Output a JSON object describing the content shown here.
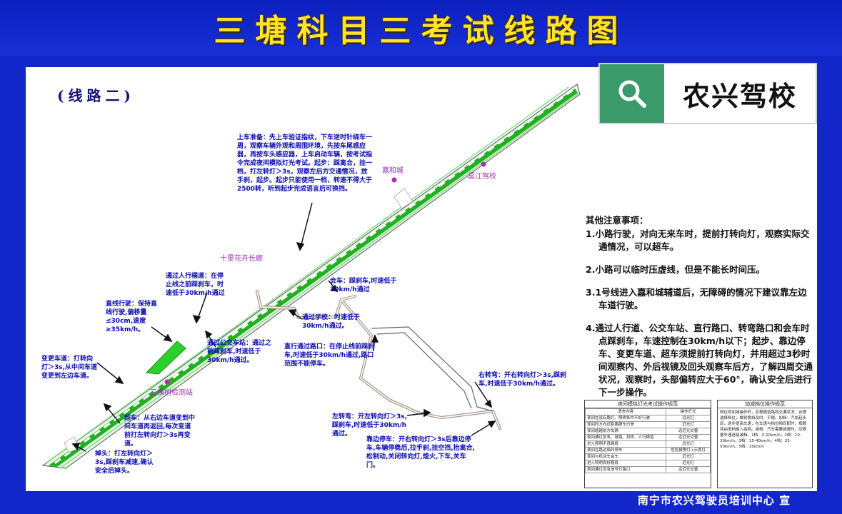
{
  "title": "三塘科目三考试线路图",
  "route_label": "(线路二)",
  "watermark": {
    "text": "农兴驾校",
    "icon": "search-icon"
  },
  "pois": {
    "jiahecheng": "嘉和城",
    "bangjiang": "邕江驾校",
    "shilihuahai": "十里花卉长廊",
    "sanke": "三棵树检测站"
  },
  "notes": {
    "prep": "上车准备：先上车验证指纹，下车逆时针绕车一周，观察车辆外观和周围环境，先按车尾感应器，再按车头感应器，上车启动车辆，按考试指令完成夜间模拟灯光考试。起步：踩离合，挂一档，打左转灯＞3s，观察左后方交通情况，放手刹，起步。起步只能使用一档，转速不得大于2500转，听到起步完成语言后可换挡。",
    "crosswalk": "通过人行横道：在停止线之前踩刹车，时速低于30km/h通过",
    "straight": "直线行驶：保持直线行驶,偏移量≤30cm,速度≥35km/h。",
    "busstop": "通过公交车站：通过之前踩刹车,时速低于30km/h通过。",
    "lanechange": "变更车道：打转向灯＞3s,从中间车道变更到左边车道。",
    "overtake": "超车：从右边车道变到中间车道再返回,每次变道前打左转向灯＞3s再变道。",
    "uturn": "掉头：打左转向灯＞3s,踩刹车减速,确认安全后掉头。",
    "meet": "会车：踩刹车,时速低于30km/h通过",
    "school": "通过学校：时速低于30km/h通过。",
    "intersection": "直行通过路口：在停止线前踩刹车,时速低于30km/h通过,路口范围不能停车。",
    "right_turn": "右转弯：开右转向灯＞3s,踩刹车,时速低于30km/h通过。",
    "left_turn": "左转弯：开左转向灯＞3s,踩刹车,时速低于30km/h通过。",
    "pullover": "靠边停车：开右转向灯＞3s后靠边停车,车辆停稳后,拉手刹,挂空挡,抬离合,松制动,关闭转向灯,熄火,下车,关车门。"
  },
  "rules": {
    "title": "其他注意事项：",
    "items": [
      "1.小路行驶，对向无来车时，提前打转向灯，观察实际交通情况，可以超车。",
      "2.小路可以临时压虚线，但是不能长时间压。",
      "3.1号线进入嘉和城辅道后，无障碍的情况下建议靠左边车道行驶。",
      "4.通过人行道、公交车站、直行路口、转弯路口和会车时点踩刹车，车速控制在30km/h以下；起步、靠边停车、变更车道、超车须提前打转向灯，并用超过3秒时间观察内、外后视镜及回头观察车后方，了解四周交通状况，观察时，头部偏转应大于60°，确认安全后进行下一步操作。"
    ]
  },
  "light_table": {
    "title": "夜间模拟灯光考试操作规范",
    "header": [
      "语言内容",
      "操作灯光"
    ],
    "rows": [
      [
        "夜间在没有路灯、照明条件不好行驶",
        "远光灯"
      ],
      [
        "夜间同方向近距离跟车行驶",
        "近光灯"
      ],
      [
        "夜间超越前方车辆",
        "远近光交替"
      ],
      [
        "夜间通过急弯、坡路、拱桥、人行横道",
        "远近光交替"
      ],
      [
        "进入照明不良路段",
        "远光灯"
      ],
      [
        "夜间在路边临时停车",
        "危险报警灯+示宽灯"
      ],
      [
        "夜间与机动车会车",
        "近光灯"
      ],
      [
        "进入照明良好路段",
        "近光灯"
      ],
      [
        "夜间通过没有信号灯路口",
        "远近光交替"
      ]
    ]
  },
  "gear_table": {
    "title": "加减档位操作规范",
    "text": "档位的加减操作时，应根据道路和交通状况，合理选择档位，做到换挡及时、平顺。加档：汽车起步后，逐步提高车速，在车速与档位相匹配时，按顺序由低档换入高档。减档：汽车需要减速时，应根据车速逐级减档。1档：0-20km/h，2档：10-30km/h，3档：15-40km/h，4档：25-50km/h，5档：35km/h"
  },
  "footer": "南宁市农兴驾驶员培训中心 宣",
  "colors": {
    "background": "#1326c9",
    "title": "#ffe22a",
    "route": "#9a8a80",
    "road": "#1ea51e",
    "note": "#0b0bb0"
  }
}
